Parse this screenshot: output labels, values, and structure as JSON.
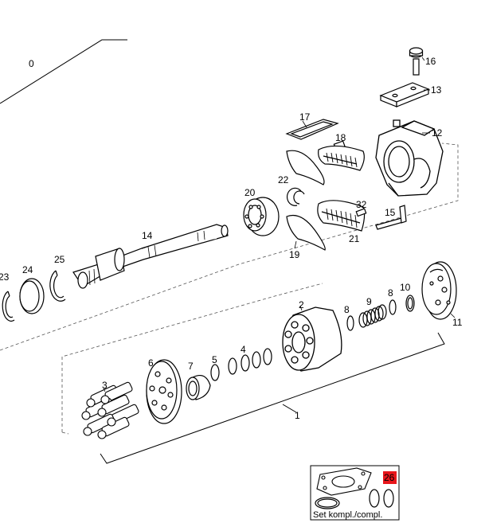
{
  "diagram": {
    "callouts": {
      "c0": "0",
      "c1": "1",
      "c2": "2",
      "c3": "3",
      "c4": "4",
      "c5": "5",
      "c6": "6",
      "c7": "7",
      "c8a": "8",
      "c8b": "8",
      "c9": "9",
      "c10": "10",
      "c11": "11",
      "c12": "12",
      "c13": "13",
      "c14": "14",
      "c15": "15",
      "c16": "16",
      "c17": "17",
      "c18": "18",
      "c19": "19",
      "c20": "20",
      "c21": "21",
      "c22": "22",
      "c23": "23",
      "c24": "24",
      "c25": "25",
      "c32": "32"
    },
    "kit": {
      "caption": "Set kompl./compl.",
      "badge": "26",
      "badge_color": "#e8161b"
    },
    "colors": {
      "line": "#000000",
      "dash": "#555555",
      "background": "#ffffff"
    }
  }
}
